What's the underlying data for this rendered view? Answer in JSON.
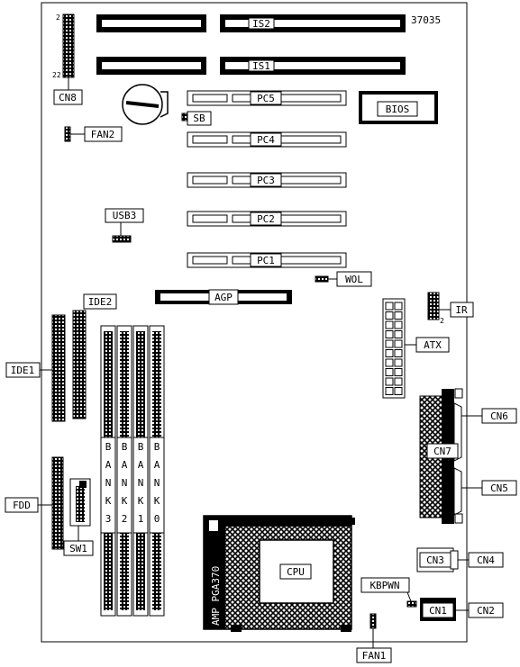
{
  "board": {
    "model": "37035",
    "cn8_pin_top": "2",
    "cn8_pin_bottom": "22",
    "ir_pin": "2"
  },
  "labels": {
    "is2": "IS2",
    "is1": "IS1",
    "pc5": "PC5",
    "pc4": "PC4",
    "pc3": "PC3",
    "pc2": "PC2",
    "pc1": "PC1",
    "bios": "BIOS",
    "sb": "SB",
    "fan2": "FAN2",
    "cn8": "CN8",
    "usb3": "USB3",
    "wol": "WOL",
    "agp": "AGP",
    "ir": "IR",
    "ide2": "IDE2",
    "ide1": "IDE1",
    "atx": "ATX",
    "cn6": "CN6",
    "cn7": "CN7",
    "cn5": "CN5",
    "fdd": "FDD",
    "sw1": "SW1",
    "cn3": "CN3",
    "cn4": "CN4",
    "kbpwn": "KBPWN",
    "cn1": "CN1",
    "cn2": "CN2",
    "fan1": "FAN1",
    "cpu": "CPU",
    "socket": "AMP PGA370",
    "bank3": "BANK3",
    "bank2": "BANK2",
    "bank1": "BANK1",
    "bank0": "BANK0"
  }
}
